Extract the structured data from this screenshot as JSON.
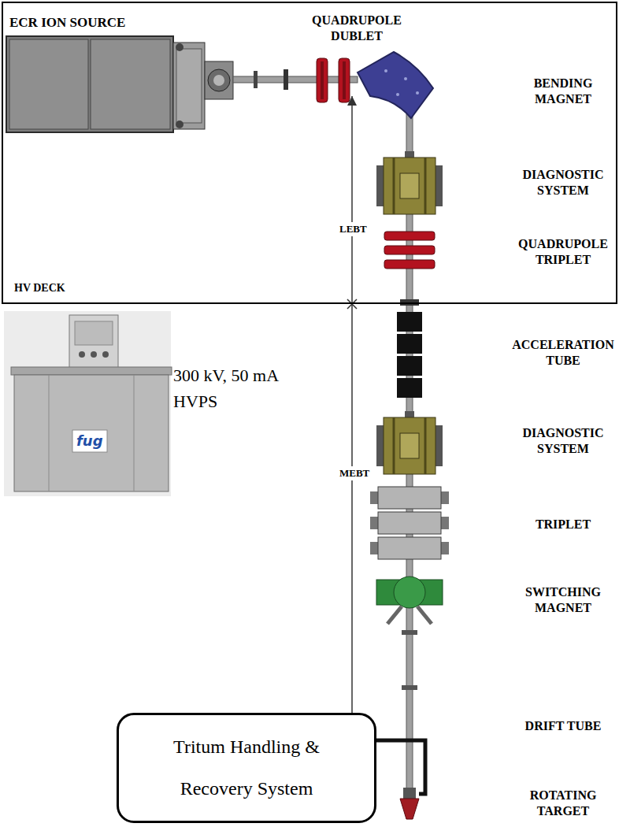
{
  "diagram": {
    "nodes": [
      {
        "text": [
          "HV DECK"
        ]
      },
      {
        "text": [
          "Tritum Handling & Recovery System"
        ]
      }
    ],
    "labels": [
      "ECR ION SOURCE",
      "QUADRUPOLE DUBLET",
      "BENDING MAGNET",
      "DIAGNOSTIC SYSTEM",
      "LEBT",
      "QUADRUPOLE TRIPLET",
      "300 kV, 50 mA HVPS",
      "fug",
      "ACCELERATION TUBE",
      "DIAGNOSTIC SYSTEM",
      "MEBT",
      "TRIPLET",
      "SWITCHING MAGNET",
      "DRIFT TUBE",
      "ROTATING TARGET"
    ]
  }
}
